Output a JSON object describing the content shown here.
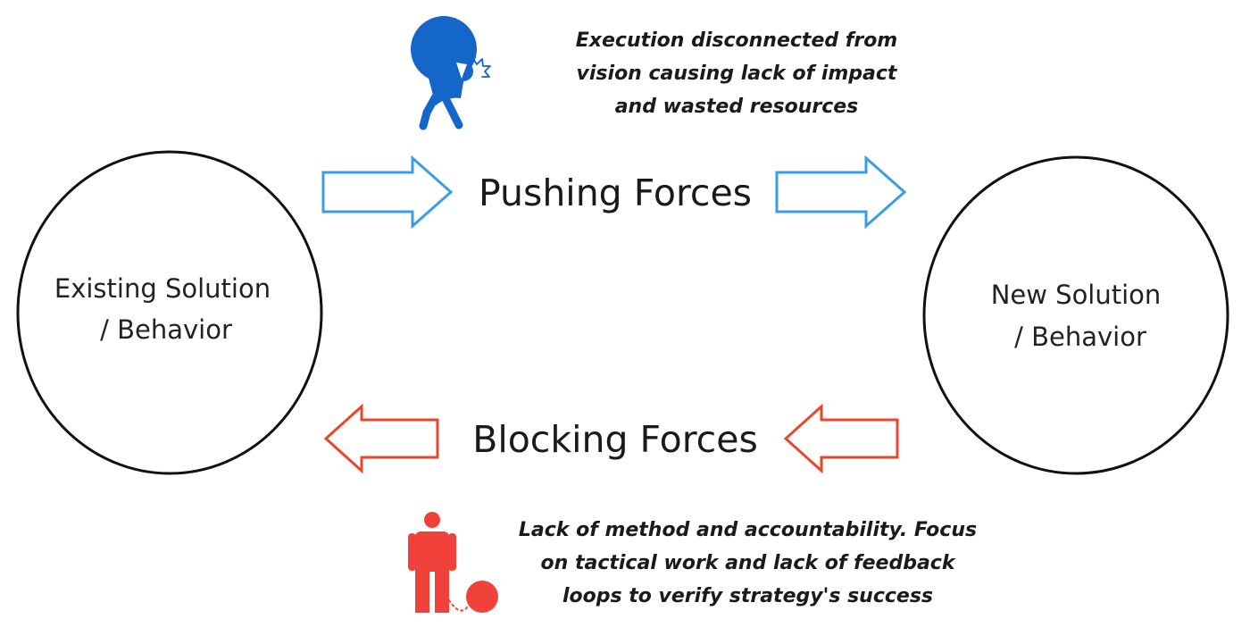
{
  "nodes": {
    "existing": {
      "line1": "Existing Solution",
      "line2": "/ Behavior"
    },
    "new": {
      "line1": "New Solution",
      "line2": "/ Behavior"
    }
  },
  "forces": {
    "pushing": {
      "label": "Pushing Forces",
      "color": "#3a9ee6"
    },
    "blocking": {
      "label": "Blocking Forces",
      "color": "#e8472e"
    }
  },
  "captions": {
    "pushing": [
      "Execution disconnected from",
      "vision causing lack of impact",
      "and wasted resources"
    ],
    "blocking": [
      "Lack of method and accountability. Focus",
      "on tactical work and lack of feedback",
      "loops to verify strategy's success"
    ]
  },
  "icons": {
    "pushing": {
      "name": "boulder-carrier-icon",
      "color": "#1466c8"
    },
    "blocking": {
      "name": "ball-and-chain-icon",
      "color": "#f0413a"
    }
  }
}
